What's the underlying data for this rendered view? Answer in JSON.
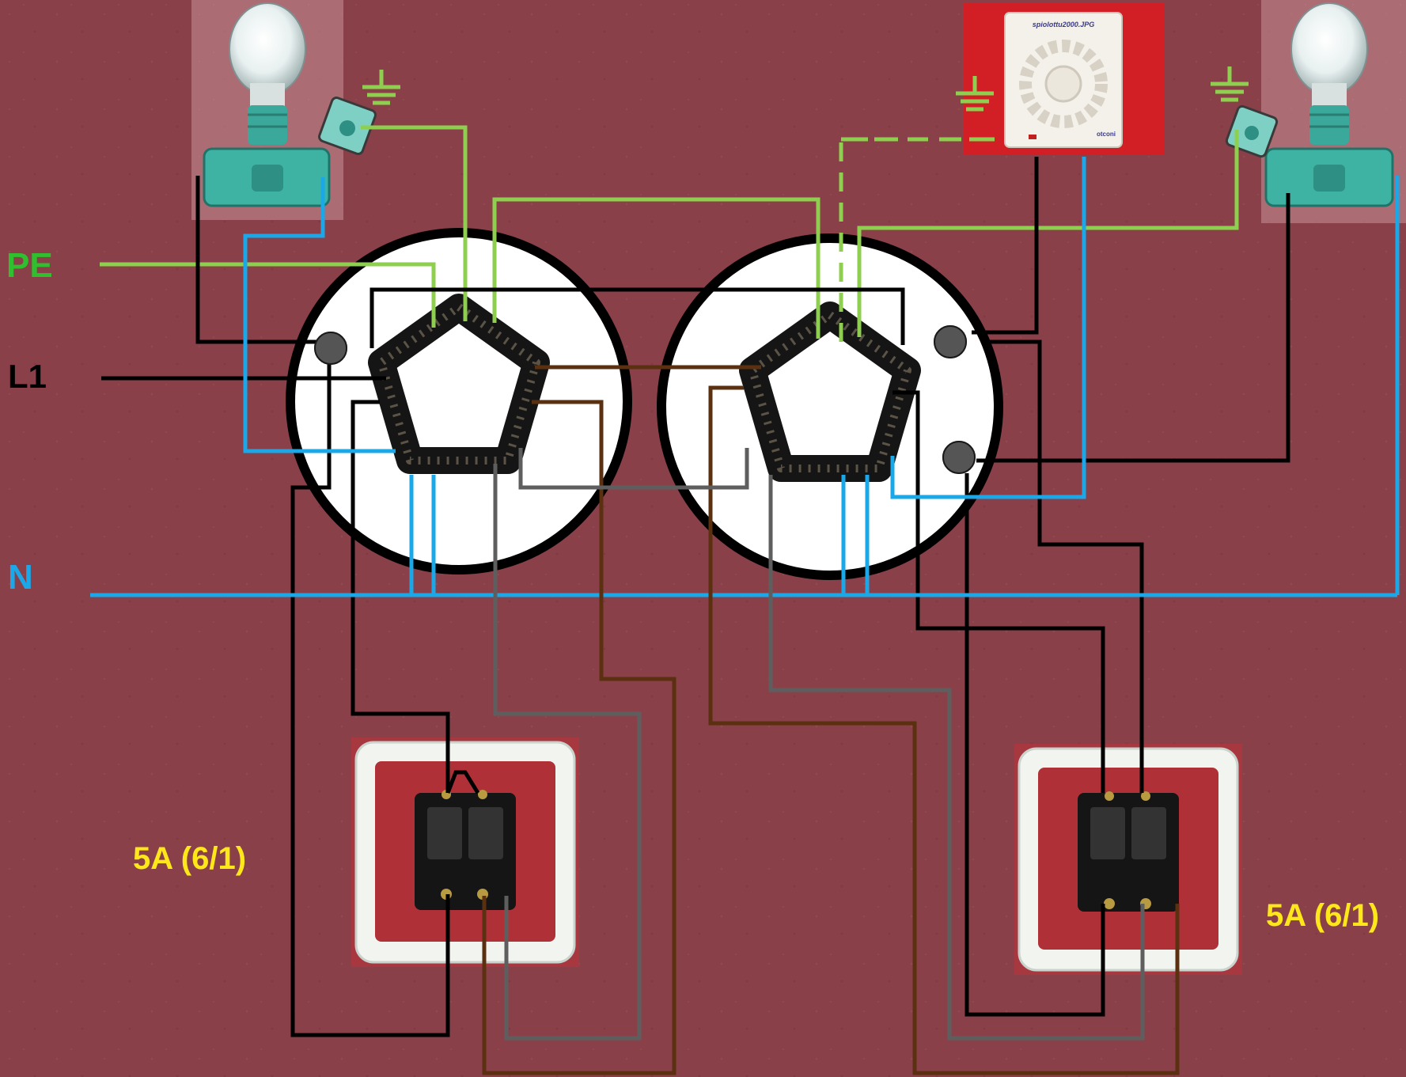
{
  "labels": {
    "pe": "PE",
    "l1": "L1",
    "n": "N",
    "switch_left": "5A (6/1)",
    "switch_right": "5A (6/1)"
  },
  "fan": {
    "brand_top": "spiolottu2000.JPG",
    "brand_bottom": "otconi"
  },
  "colors": {
    "background": "#8a4048",
    "pe_wire": "#8fcf4f",
    "phase_wire": "#000000",
    "neutral_wire": "#1aa8e8",
    "brown_wire": "#5a3010",
    "grey_wire": "#5e5e5e",
    "label_pe": "#2fbf2f",
    "label_l1": "#000000",
    "label_n": "#1aa8e8",
    "label_switch": "#ffe81a"
  },
  "icons": {
    "lamp": "light-bulb-icon",
    "ground": "ground-symbol-icon",
    "fan": "exhaust-fan-icon",
    "switch": "double-switch-icon",
    "junction_box": "junction-box-icon"
  }
}
